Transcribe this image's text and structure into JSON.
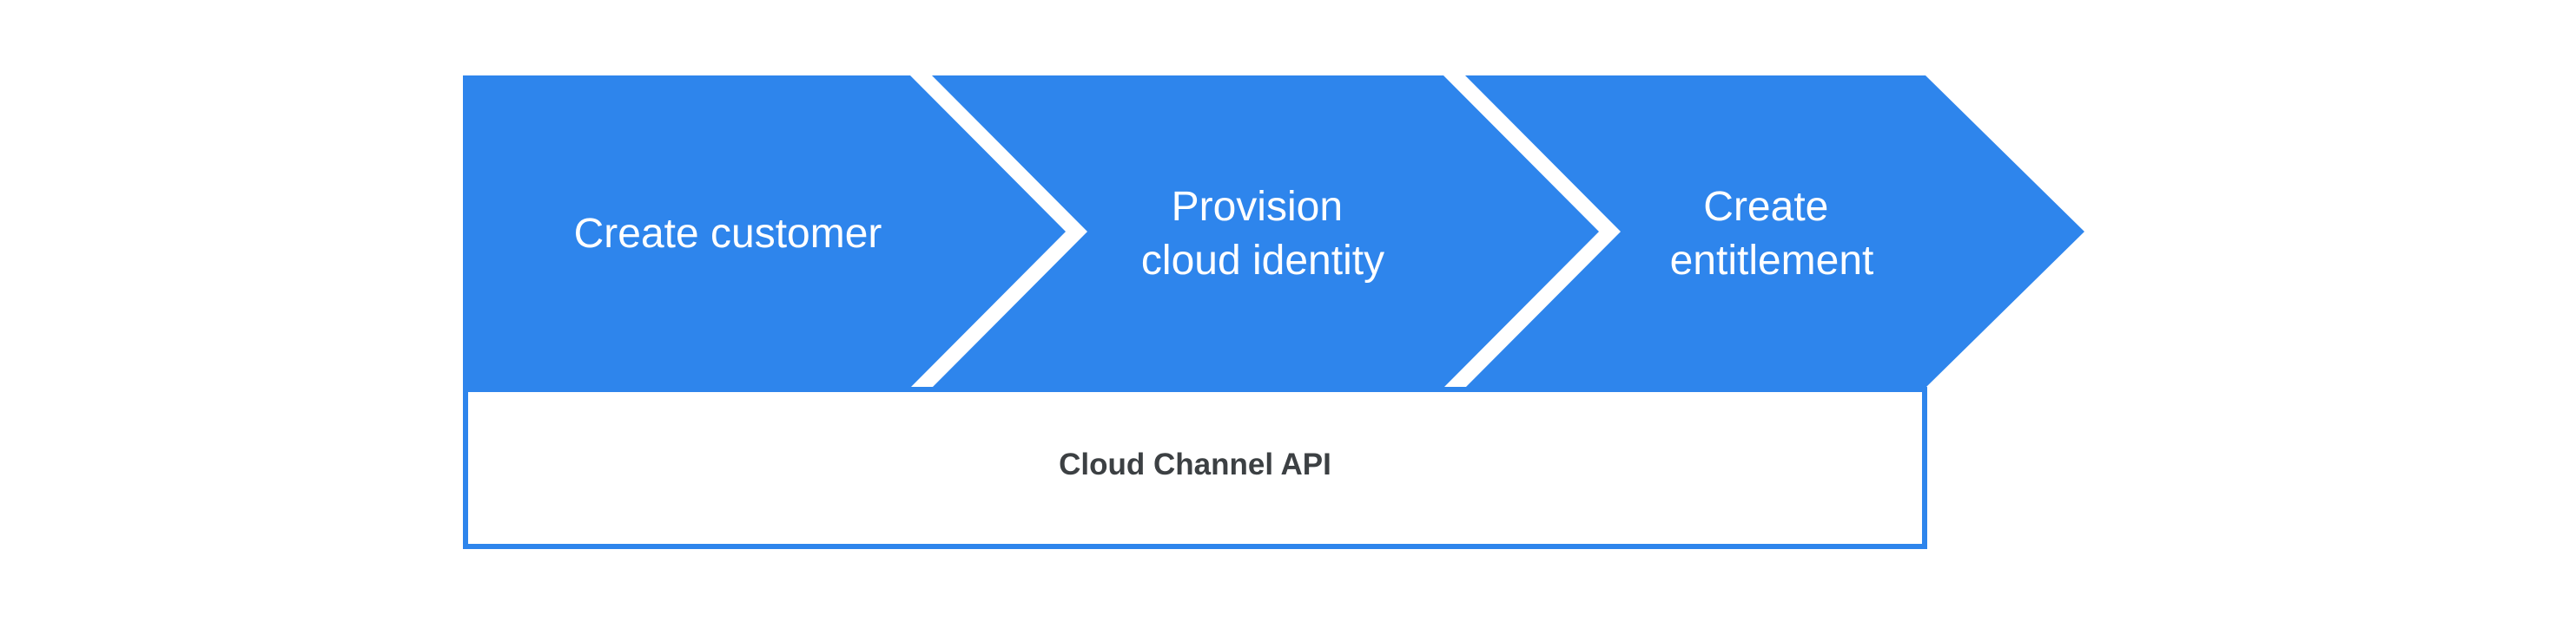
{
  "diagram": {
    "colors": {
      "arrow_blue": "#2E85EC",
      "white": "#FFFFFF",
      "api_label_gray": "#3C4043"
    },
    "steps": [
      {
        "lines": [
          "Create customer"
        ]
      },
      {
        "lines": [
          "Provision",
          "cloud identity"
        ]
      },
      {
        "lines": [
          "Create",
          "entitlement"
        ]
      }
    ],
    "api_box": {
      "label": "Cloud Channel API"
    }
  }
}
